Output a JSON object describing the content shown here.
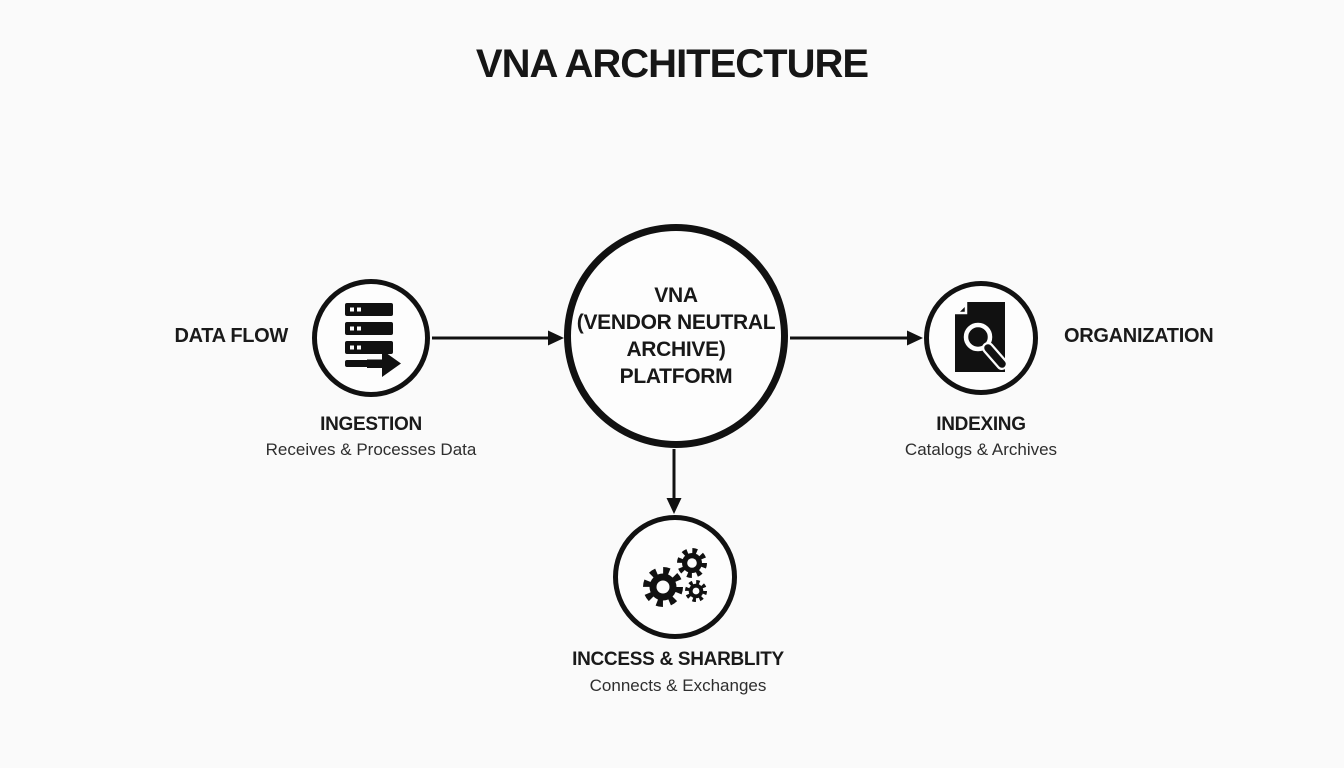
{
  "title": "VNA ARCHITECTURE",
  "flow_label": "DATA FLOW",
  "org_label": "ORGANIZATION",
  "center_node": {
    "line1": "VNA",
    "line2": "(VENDOR NEUTRAL",
    "line3": "ARCHIVE)",
    "line4": "PLATFORM"
  },
  "nodes": {
    "ingestion": {
      "label": "INGESTION",
      "sublabel": "Receives & Processes Data",
      "icon": "server-stack-arrow-icon"
    },
    "indexing": {
      "label": "INDEXING",
      "sublabel": "Catalogs & Archives",
      "icon": "document-search-icon"
    },
    "access": {
      "label": "INCCESS & SHARBLITY",
      "sublabel": "Connects & Exchanges",
      "icon": "gears-icon"
    }
  },
  "colors": {
    "background": "#fafafa",
    "stroke": "#111111",
    "text": "#1c1c1c"
  }
}
